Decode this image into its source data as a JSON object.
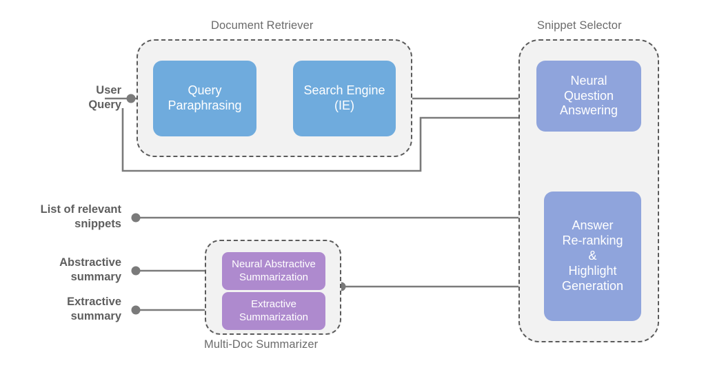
{
  "diagram": {
    "title_internal": "QA pipeline architecture",
    "colors": {
      "blue": "#6fabdd",
      "periwinkle": "#8fa4dc",
      "purple": "#ae8ace",
      "group_fill": "#f2f2f2",
      "group_border": "#5a5a5a",
      "connector": "#7a7a7a",
      "label_text": "#5e5e5e",
      "group_title_text": "#6b6b6b",
      "node_text": "#ffffff",
      "background": "#ffffff"
    }
  },
  "groups": [
    {
      "id": "document-retriever",
      "title": "Document Retriever"
    },
    {
      "id": "snippet-selector",
      "title": "Snippet Selector"
    },
    {
      "id": "multi-doc-summarizer",
      "title": "Multi-Doc Summarizer"
    }
  ],
  "nodes": [
    {
      "id": "query-paraphrasing",
      "label": "Query\nParaphrasing",
      "group": "document-retriever",
      "color": "blue"
    },
    {
      "id": "search-engine",
      "label": "Search Engine\n(IE)",
      "group": "document-retriever",
      "color": "blue"
    },
    {
      "id": "neural-question-answering",
      "label": "Neural\nQuestion\nAnswering",
      "group": "snippet-selector",
      "color": "periwinkle"
    },
    {
      "id": "answer-reranking",
      "label": "Answer\nRe-ranking\n&\nHighlight\nGeneration",
      "group": "snippet-selector",
      "color": "periwinkle"
    },
    {
      "id": "neural-abstractive",
      "label": "Neural Abstractive\nSummarization",
      "group": "multi-doc-summarizer",
      "color": "purple"
    },
    {
      "id": "extractive",
      "label": "Extractive\nSummarization",
      "group": "multi-doc-summarizer",
      "color": "purple"
    }
  ],
  "io_labels": [
    {
      "id": "user-query",
      "label": "User\nQuery",
      "side": "left"
    },
    {
      "id": "list-of-relevant-snippets",
      "label": "List of relevant\nsnippets",
      "side": "left"
    },
    {
      "id": "abstractive-summary",
      "label": "Abstractive\nsummary",
      "side": "left"
    },
    {
      "id": "extractive-summary",
      "label": "Extractive\nsummary",
      "side": "left"
    }
  ],
  "connections": [
    {
      "from": "user-query",
      "to": "query-paraphrasing"
    },
    {
      "from": "query-paraphrasing",
      "to": "search-engine"
    },
    {
      "from": "search-engine",
      "to": "neural-question-answering"
    },
    {
      "from": "user-query",
      "to": "neural-question-answering"
    },
    {
      "from": "neural-question-answering",
      "to": "answer-reranking"
    },
    {
      "from": "answer-reranking",
      "to": "list-of-relevant-snippets"
    },
    {
      "from": "answer-reranking",
      "to": "multi-doc-summarizer"
    },
    {
      "from": "neural-abstractive",
      "to": "abstractive-summary"
    },
    {
      "from": "extractive",
      "to": "extractive-summary"
    }
  ]
}
